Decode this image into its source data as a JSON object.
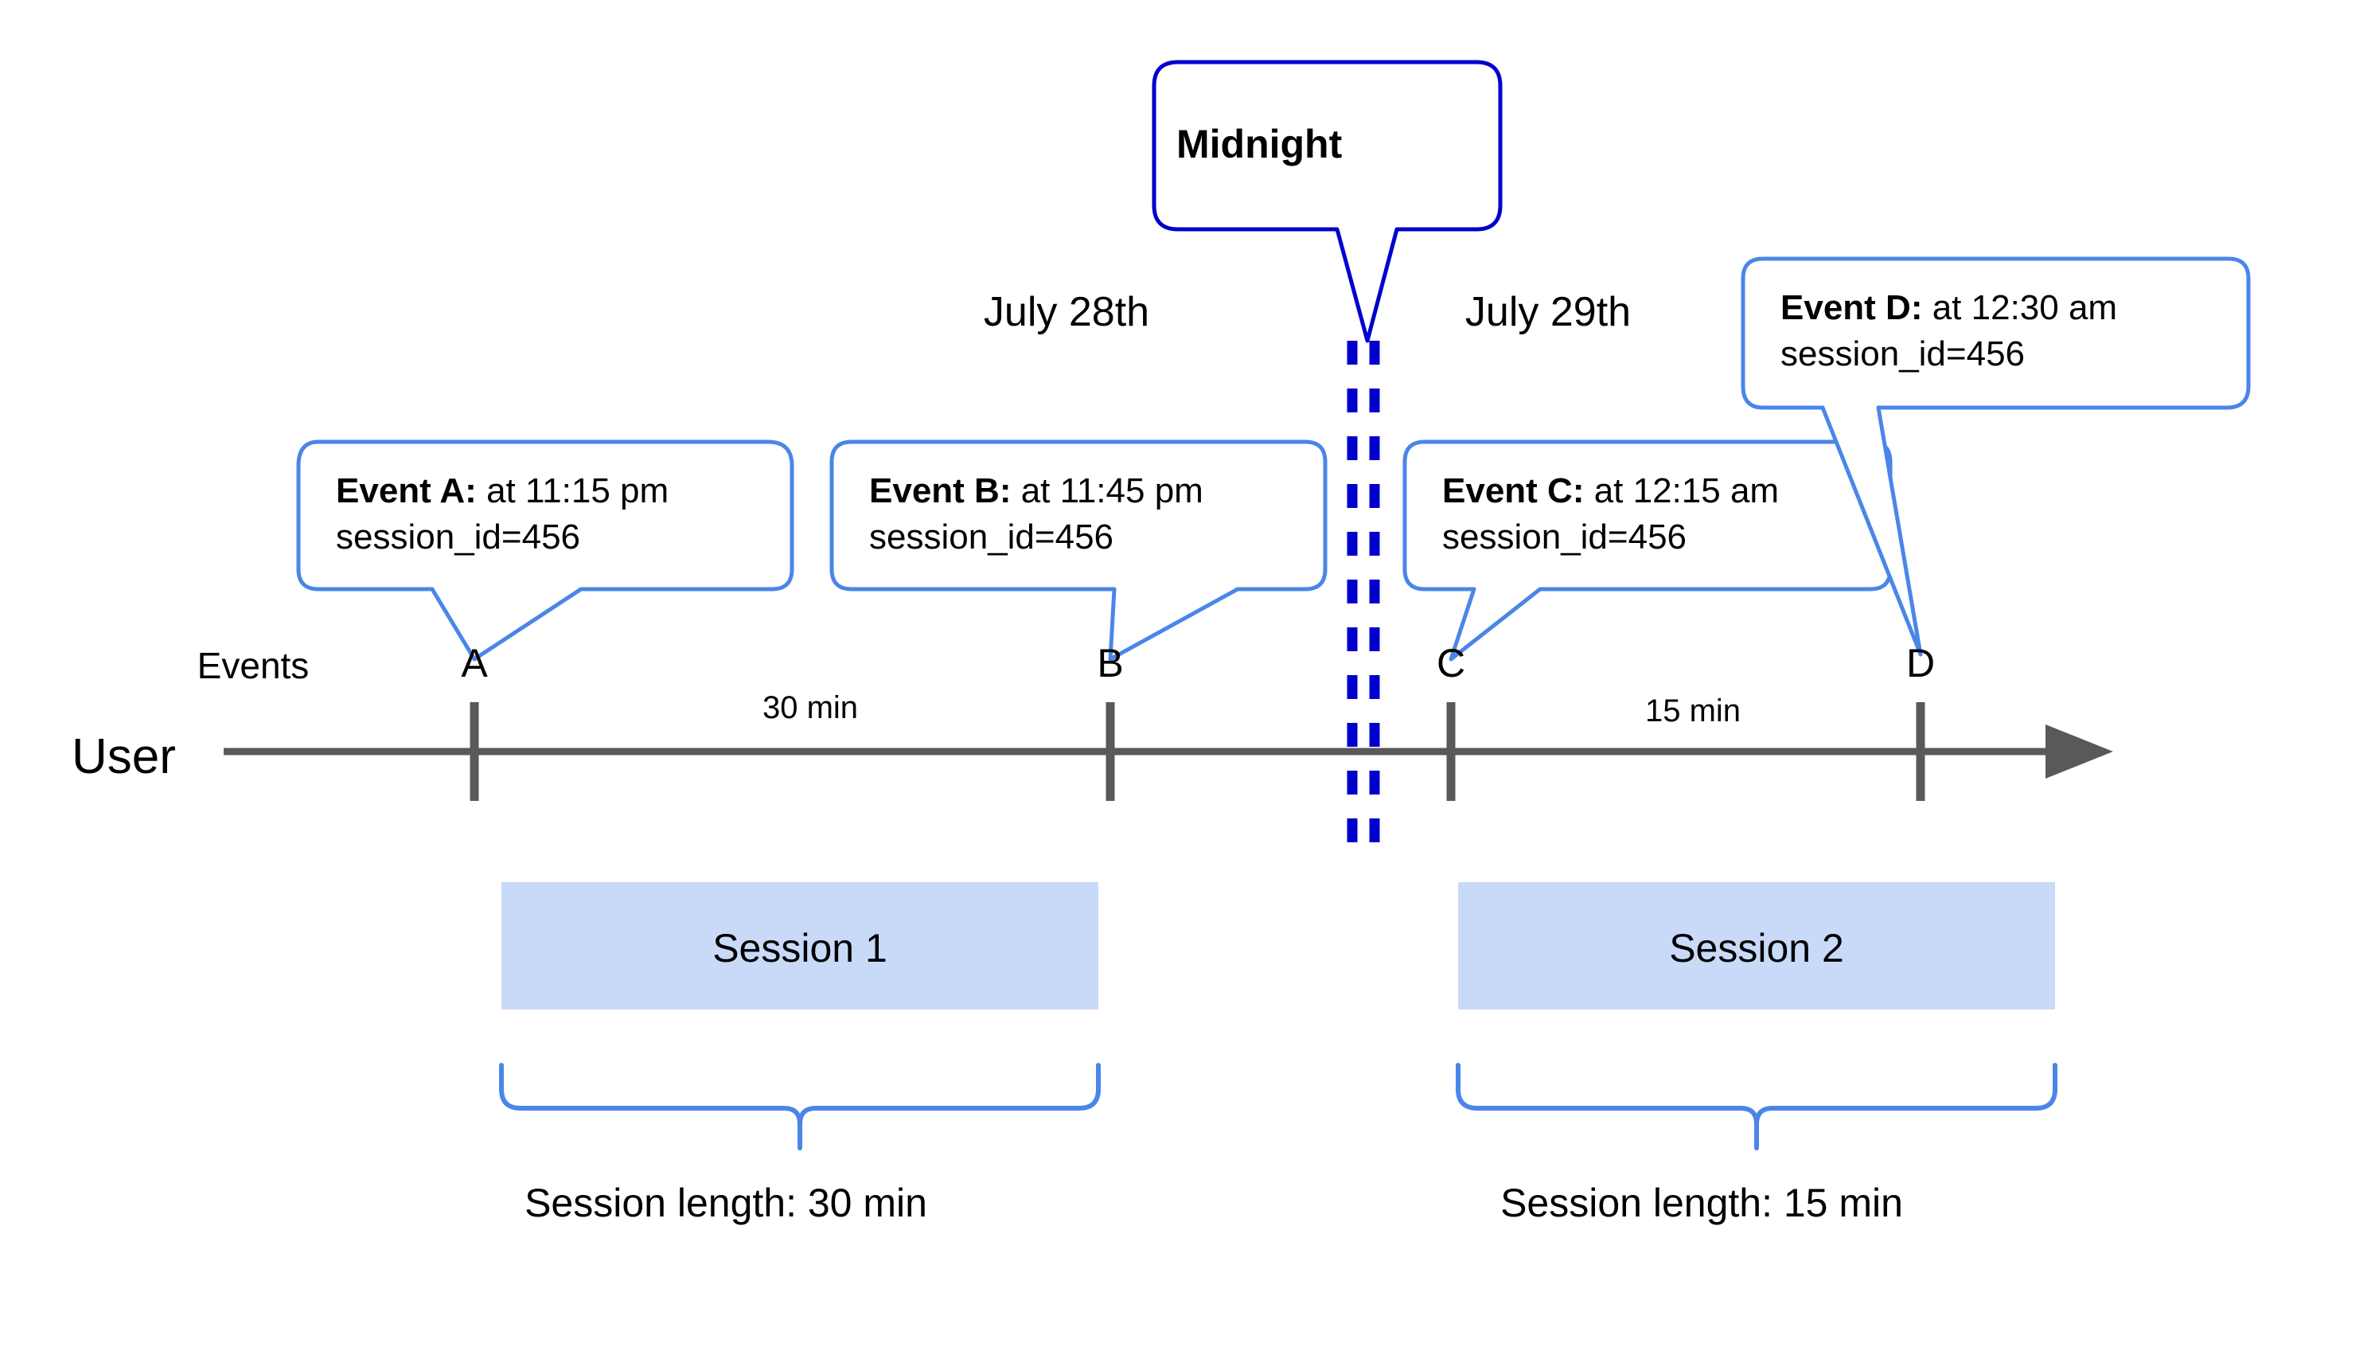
{
  "diagram": {
    "title_callout": {
      "label": "Midnight",
      "border_color": "#0000CC"
    },
    "dates": [
      {
        "label": "July 28th"
      },
      {
        "label": "July 29th"
      }
    ],
    "lane_labels": {
      "events": "Events",
      "user": "User"
    },
    "events": [
      {
        "marker": "A",
        "title": "Event A:",
        "detail": " at 11:15 pm",
        "line2": "session_id=456"
      },
      {
        "marker": "B",
        "title": "Event B:",
        "detail": " at 11:45 pm",
        "line2": "session_id=456"
      },
      {
        "marker": "C",
        "title": "Event C:",
        "detail": " at 12:15 am",
        "line2": "session_id=456"
      },
      {
        "marker": "D",
        "title": "Event D:",
        "detail": " at 12:30 am",
        "line2": "session_id=456"
      }
    ],
    "durations": [
      {
        "label": "30 min"
      },
      {
        "label": "15 min"
      }
    ],
    "sessions": [
      {
        "label": "Session 1",
        "length_label": "Session length: 30 min"
      },
      {
        "label": "Session 2",
        "length_label": "Session length: 15 min"
      }
    ],
    "colors": {
      "callout_border": "#4A86E8",
      "midnight_border": "#0000CC",
      "midnight_dashed": "#0000CC",
      "axis": "#595959",
      "session_fill": "#C9DAF8",
      "brace": "#4A86E8",
      "text": "#000000",
      "background": "#FFFFFF"
    }
  }
}
